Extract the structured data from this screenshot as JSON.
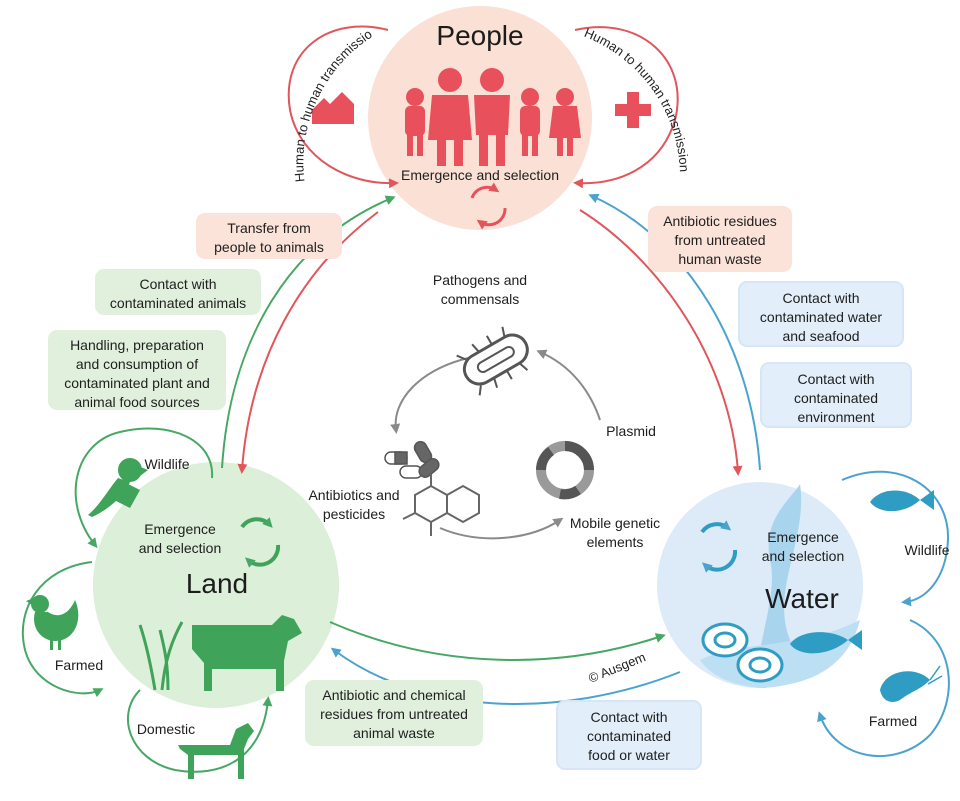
{
  "nodes": {
    "people": {
      "title": "People",
      "subtitle": "Emergence and selection"
    },
    "land": {
      "title": "Land",
      "subtitle": "Emergence\nand selection"
    },
    "water": {
      "title": "Water",
      "subtitle": "Emergence\nand selection"
    }
  },
  "transmission": {
    "left": "Human to human transmission",
    "right": "Human to human transmission"
  },
  "boxes": {
    "transfer_people_animals": "Transfer from\npeople to animals",
    "antibiotic_residues_human": "Antibiotic residues\nfrom untreated\nhuman waste",
    "contact_animals": "Contact with\ncontaminated animals",
    "handling_food": "Handling, preparation\nand consumption of\ncontaminated plant and\nanimal food sources",
    "contact_water_seafood": "Contact with\ncontaminated water\nand seafood",
    "contact_environment": "Contact with\ncontaminated\nenvironment",
    "animal_waste": "Antibiotic and chemical\nresidues from untreated\nanimal waste",
    "contact_food_water": "Contact with\ncontaminated\nfood or water"
  },
  "center": {
    "pathogens": "Pathogens and\ncommensals",
    "plasmid": "Plasmid",
    "antibiotics": "Antibiotics and\npesticides",
    "mobile": "Mobile genetic\nelements"
  },
  "animals": {
    "land_wildlife": "Wildlife",
    "land_farmed": "Farmed",
    "land_domestic": "Domestic",
    "water_wildlife": "Wildlife",
    "water_farmed": "Farmed"
  },
  "copyright": "© Ausgem",
  "colors": {
    "people_fill": "#fbe0d6",
    "people_icon": "#e8505b",
    "land_fill": "#dcefd8",
    "land_icon": "#3fa35a",
    "water_fill": "#dcebf7",
    "water_icon": "#2f9cc4",
    "red_arrow": "#e0565b",
    "green_arrow": "#47a865",
    "blue_arrow": "#4aa3cf",
    "gray_arrow": "#8a8a8a"
  }
}
